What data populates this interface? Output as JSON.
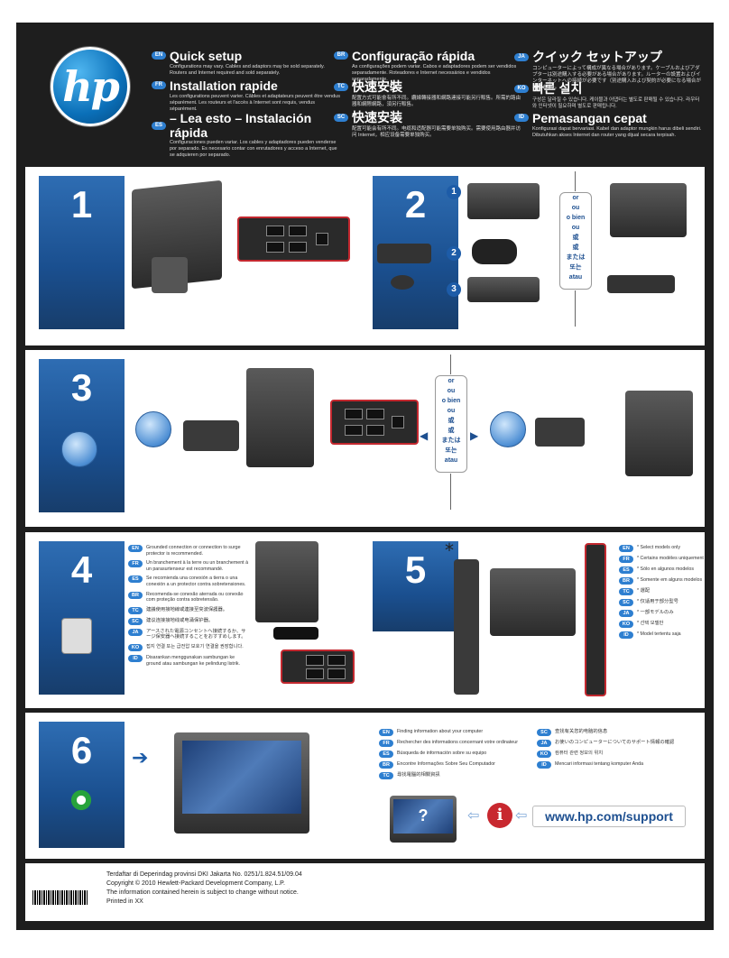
{
  "header": {
    "logo_text": "hp",
    "blocks": [
      {
        "tag": "EN",
        "title": "Quick setup",
        "desc": "Configurations may vary. Cables and adaptors may be sold separately. Routers and Internet required and sold separately."
      },
      {
        "tag": "FR",
        "title": "Installation rapide",
        "desc": "Les configurations peuvent varier. Câbles et adaptateurs peuvent être vendus séparément. Les routeurs et l'accès à Internet sont requis, vendus séparément."
      },
      {
        "tag": "ES",
        "title": "– Lea esto – Instalación rápida",
        "desc": "Configuraciones pueden variar. Los cables y adaptadores pueden venderse por separado. Es necesario contar con enrutadores y acceso a Internet, que se adquieren por separado."
      },
      {
        "tag": "BR",
        "title": "Configuração rápida",
        "desc": "As configurações podem variar. Cabos e adaptadores podem ser vendidos separadamente. Roteadores e Internet necessários e vendidos separadamente."
      },
      {
        "tag": "TC",
        "title": "快速安裝",
        "desc": "配置方式可能會有所不同。纜線轉接器和網路連接可能另行販售。所需的路由器和網際網路，須另行販售。"
      },
      {
        "tag": "SC",
        "title": "快速安装",
        "desc": "配置可能会有所不同。电缆和适配器可能需要单独购买。需要使用路由器并访问 Internet，相应设备需要单独购买。"
      },
      {
        "tag": "JA",
        "title": "クイック セットアップ",
        "desc": "コンピューターによって構成が異なる場合があります。ケーブルおよびアダプターは別途購入する必要がある場合があります。ルーターの設置およびインターネットへの接続が必要です（別途購入および契約が必要になる場合があります）。"
      },
      {
        "tag": "KO",
        "title": "빠른 설치",
        "desc": "구성은 달라질 수 있습니다. 케이블과 어댑터는 별도로 판매될 수 있습니다. 라우터와 인터넷이 필요하며 별도로 판매됩니다."
      },
      {
        "tag": "ID",
        "title": "Pemasangan cepat",
        "desc": "Konfigurasi dapat bervariasi. Kabel dan adaptor mungkin harus dibeli sendiri. Dibutuhkan akses Internet dan router yang dijual secara terpisah."
      }
    ]
  },
  "steps": {
    "s1": "1",
    "s2": "2",
    "s3": "3",
    "s4": "4",
    "s5": "5",
    "s6": "6",
    "substeps": [
      "1",
      "2",
      "3"
    ]
  },
  "or_words": [
    "or",
    "ou",
    "o bien",
    "ou",
    "或",
    "或",
    "または",
    "또는",
    "atau"
  ],
  "step4_notes": [
    {
      "tag": "EN",
      "text": "Grounded connection or connection to surge protector is recommended."
    },
    {
      "tag": "FR",
      "text": "Un branchement à la terre ou un branchement à un parasurtenseur est recommandé."
    },
    {
      "tag": "ES",
      "text": "Se recomienda una conexión a tierra o una conexión a un protector contra sobretensiones."
    },
    {
      "tag": "BR",
      "text": "Recomenda-se conexão aterrada ou conexão com proteção contra sobretensão."
    },
    {
      "tag": "TC",
      "text": "建議使用接地線或連接至突波保護器。"
    },
    {
      "tag": "SC",
      "text": "建议连接接地线或电涌保护器。"
    },
    {
      "tag": "JA",
      "text": "アースされた電源コンセントへ接続するか、サージ保安器へ接続することをおすすめします。"
    },
    {
      "tag": "KO",
      "text": "접지 연결 또는 급전압 보호기 연결을 권장합니다."
    },
    {
      "tag": "ID",
      "text": "Disarankan menggunakan sambungan ke ground atau sambungan ke pelindung listrik."
    }
  ],
  "step5_star": "*",
  "step5_notes": [
    {
      "tag": "EN",
      "text": "* Select models only"
    },
    {
      "tag": "FR",
      "text": "* Certains modèles uniquement"
    },
    {
      "tag": "ES",
      "text": "* Sólo en algunos modelos"
    },
    {
      "tag": "BR",
      "text": "* Somente em alguns modelos"
    },
    {
      "tag": "TC",
      "text": "* 選配"
    },
    {
      "tag": "SC",
      "text": "* 仅适用于部分型号"
    },
    {
      "tag": "JA",
      "text": "* 一部モデルのみ"
    },
    {
      "tag": "KO",
      "text": "* 선택 모델만"
    },
    {
      "tag": "ID",
      "text": "* Model tertentu saja"
    }
  ],
  "step6_notes_left": [
    {
      "tag": "EN",
      "text": "Finding information about your computer"
    },
    {
      "tag": "FR",
      "text": "Rechercher des informations concernant votre ordinateur"
    },
    {
      "tag": "ES",
      "text": "Búsqueda de información sobre su equipo"
    },
    {
      "tag": "BR",
      "text": "Encontre Informações Sobre Seu Computador"
    },
    {
      "tag": "TC",
      "text": "尋找電腦的相關資訊"
    }
  ],
  "step6_notes_right": [
    {
      "tag": "SC",
      "text": "查找有关您的电脑的信息"
    },
    {
      "tag": "JA",
      "text": "お使いのコンピューターについてのサポート情報の確認"
    },
    {
      "tag": "KO",
      "text": "컴퓨터 관련 정보의 위치"
    },
    {
      "tag": "ID",
      "text": "Mencari informasi tentang komputer Anda"
    }
  ],
  "support": {
    "url": "www.hp.com/support",
    "info_glyph": "i",
    "question_glyph": "?"
  },
  "footer": {
    "line1": "Terdaftar di Deperindag provinsi DKI Jakarta No. 0251/1.824.51/09.04",
    "line2": "Copyright © 2010 Hewlett-Packard Development Company, L.P.",
    "line3": "The information contained herein is subject to change without notice.",
    "line4": "Printed in XX"
  },
  "colors": {
    "accent_blue": "#2e7fd0",
    "highlight_red": "#c3282f",
    "sheet_dark": "#1e1e1e"
  }
}
